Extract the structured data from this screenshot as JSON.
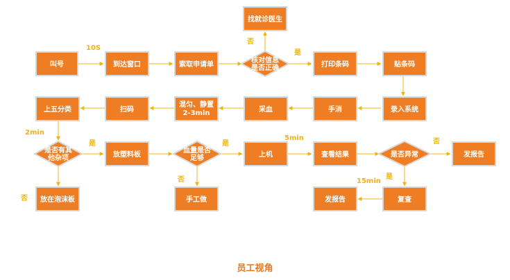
{
  "colors": {
    "box": "#ef7d24",
    "border": "#d8d8d8",
    "arrow": "#f0b40f",
    "note": "#f0b40f"
  },
  "nodes": {
    "call": "叫号",
    "arrive_window": "到达窗口",
    "get_form": "索取申请单",
    "verify_info_1": "核对信息",
    "verify_info_2": "是否正确",
    "find_doctor": "找就诊医生",
    "print_barcode": "打印条码",
    "stick_barcode": "贴条码",
    "enter_system": "录入系统",
    "disinfect": "手消",
    "collect_blood": "采血",
    "mix_rest_1": "混匀、静置",
    "mix_rest_2": "2-3min",
    "scan_code": "扫码",
    "upper_five": "上五分类",
    "impurity_1": "是否有其",
    "impurity_2": "他杂项",
    "plastic_plate": "放塑料板",
    "blood_enough_1": "血量是否",
    "blood_enough_2": "足够",
    "load_machine": "上机",
    "view_result": "查看结果",
    "abnormal": "是否异常",
    "report_right": "发报告",
    "recheck": "复查",
    "report_bottom": "发报告",
    "manual": "手工做",
    "foam_board": "放在泡沫板"
  },
  "notes": {
    "t_10s": "10S",
    "yes_verify": "是",
    "no_verify": "否",
    "t_2min": "2min",
    "yes_impurity": "是",
    "no_impurity": "否",
    "yes_blood": "是",
    "no_blood": "否",
    "t_5min": "5min",
    "no_abnormal": "否",
    "yes_abnormal": "是",
    "t_15min": "15min"
  },
  "caption": "员工视角"
}
